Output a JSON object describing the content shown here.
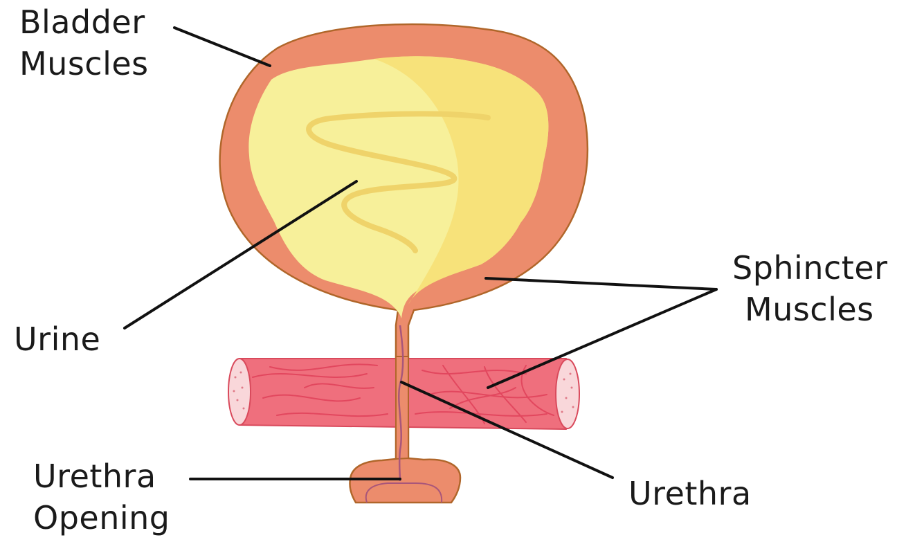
{
  "labels": {
    "bladder_muscles": [
      "Bladder",
      "Muscles"
    ],
    "urine": "Urine",
    "sphincter_muscles": [
      "Sphincter",
      "Muscles"
    ],
    "urethra_opening": [
      "Urethra",
      "Opening"
    ],
    "urethra": "Urethra"
  },
  "colors": {
    "bladder_wall": "#ec8c6c",
    "bladder_outline": "#b0662a",
    "urine_light": "#f7f09a",
    "urine_shade": "#f7e27a",
    "urine_swirl": "#efd36a",
    "sphincter_fill": "#ef6f7d",
    "sphincter_fibers": "#e2475e",
    "sphincter_end": "#f9d7da",
    "urethra_line": "#a9567a",
    "leader_line": "#111111",
    "text": "#1a1a1a"
  }
}
